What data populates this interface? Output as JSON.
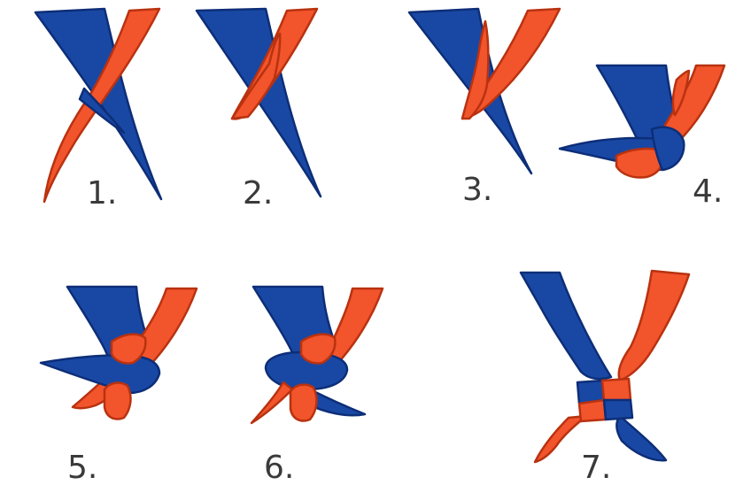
{
  "steps": [
    {
      "label": "1."
    },
    {
      "label": "2."
    },
    {
      "label": "3."
    },
    {
      "label": "4."
    },
    {
      "label": "5."
    },
    {
      "label": "6."
    },
    {
      "label": "7."
    }
  ],
  "colors": {
    "blue": "#1948a4",
    "blue_edge": "#0d2e78",
    "red": "#f2542c",
    "red_edge": "#b93210",
    "label_text": "#3a3a3a",
    "background": "#ffffff"
  },
  "icons": {
    "ribbon_a": "blue-ribbon-icon",
    "ribbon_b": "red-ribbon-icon"
  }
}
